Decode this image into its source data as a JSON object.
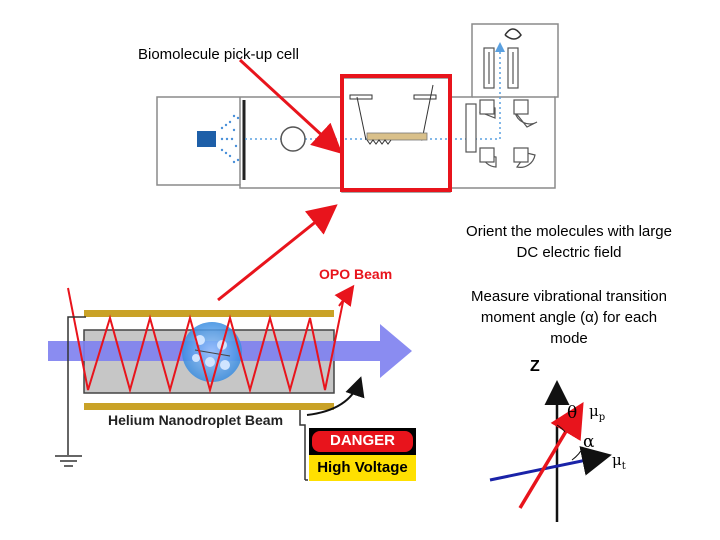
{
  "labels": {
    "pickup_cell": "Biomolecule pick-up cell",
    "orient_line1": "Orient the molecules with large",
    "orient_line2": "DC electric field",
    "measure_line1": "Measure vibrational transition",
    "measure_line2": "moment angle (α) for each",
    "measure_line3": "mode",
    "opo_beam": "OPO Beam",
    "helium_beam": "Helium Nanodroplet Beam",
    "danger": "DANGER",
    "high_voltage": "High Voltage",
    "axis_z": "Z",
    "theta": "θ",
    "alpha": "α",
    "mu": "μ",
    "mu_p_sub": "p",
    "mu_t_sub": "t"
  },
  "colors": {
    "red": "#e8141c",
    "blue": "#1a23a8",
    "laser_blue": "#7d7ff0",
    "gold": "#c9a227",
    "danger_bg": "#000000",
    "voltage_bg": "#ffe000",
    "opo_text": "#e8141c",
    "apparatus_line": "#8a8a8a"
  },
  "icons": [
    "droplet-cluster-icon",
    "ground-symbol-icon",
    "nozzle-icon"
  ]
}
